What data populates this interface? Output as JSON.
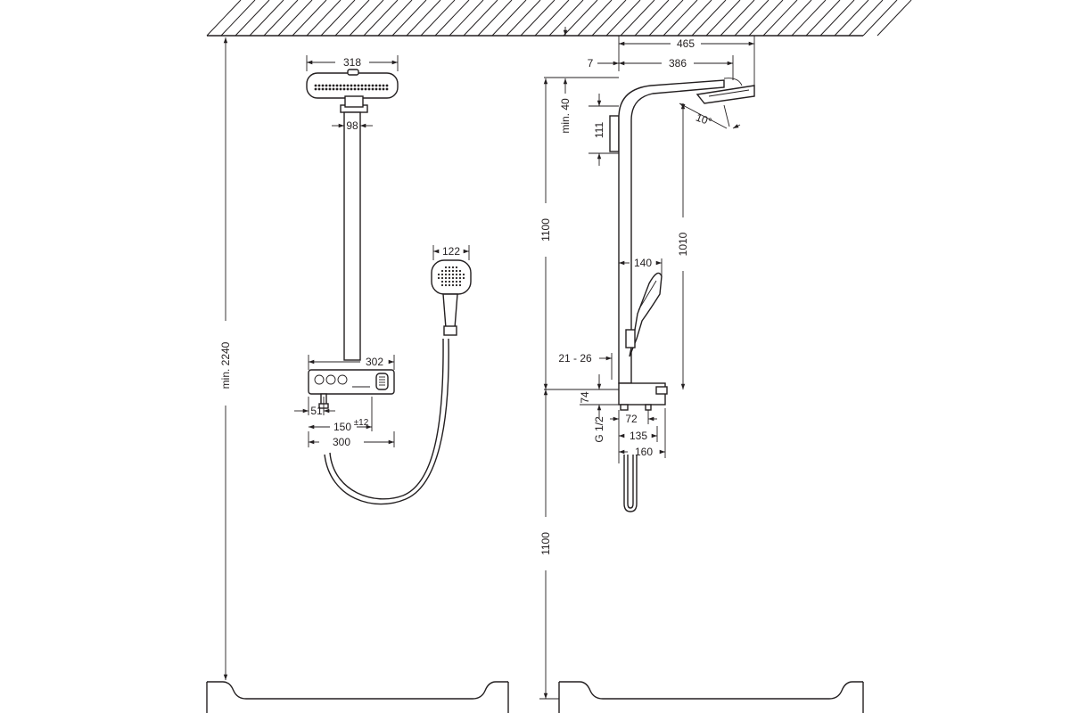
{
  "front_view": {
    "head_width": "318",
    "arm_width": "98",
    "hand_shower_width": "122",
    "thermostat_width": "302",
    "outlet_offset": "51",
    "connection_spacing": "150",
    "connection_tolerance": "±12",
    "bracket_width": "300",
    "overall_height": "min. 2240"
  },
  "side_view": {
    "head_projection": "465",
    "arm_projection": "386",
    "wall_gap": "7",
    "ceiling_clearance": "min. 40",
    "arm_drop": "111",
    "head_tilt": "10°",
    "rail_height": "1100",
    "head_to_thermostat": "1010",
    "hand_shower_projection": "140",
    "wall_distance": "21 - 26",
    "thermostat_height": "74",
    "inlet_offset": "72",
    "inlet_thread": "G 1/2",
    "thermostat_depth": "135",
    "thermostat_total_depth": "160",
    "floor_height": "1100"
  }
}
